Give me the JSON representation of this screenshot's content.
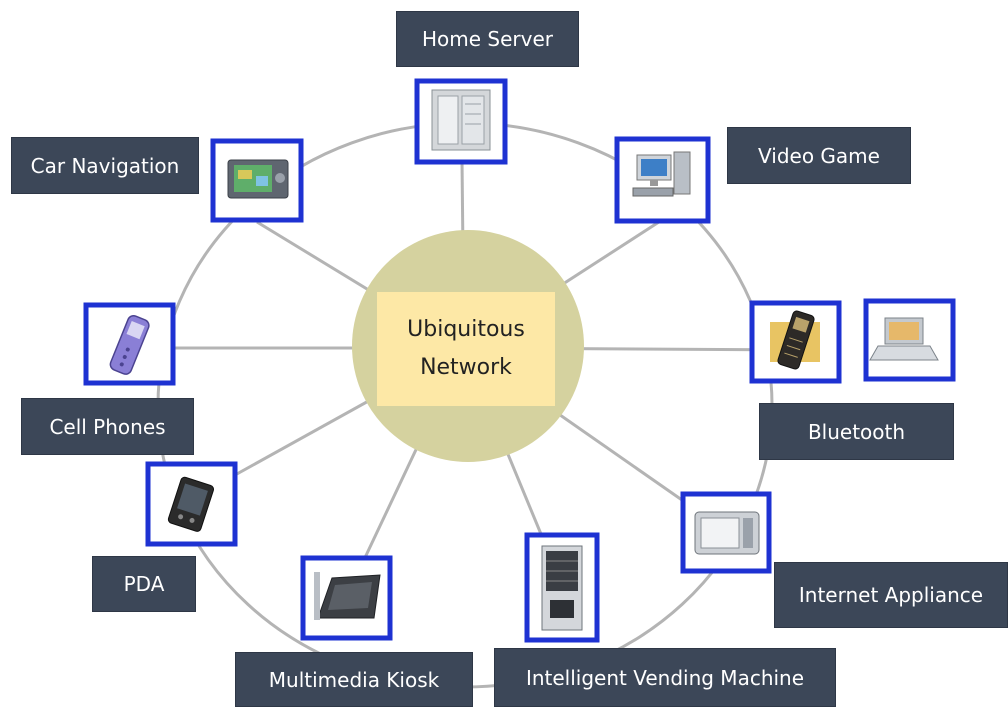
{
  "center": {
    "line1": "Ubiquitous",
    "line2": "Network"
  },
  "labels": {
    "home_server": "Home Server",
    "video_game": "Video Game",
    "car_navigation": "Car Navigation",
    "cell_phones": "Cell Phones",
    "bluetooth": "Bluetooth",
    "pda": "PDA",
    "internet_appliance": "Internet Appliance",
    "multimedia_kiosk": "Multimedia Kiosk",
    "vending_machine": "Intelligent Vending Machine"
  },
  "icons": [
    "home-server-icon",
    "video-game-icon",
    "car-navigation-icon",
    "cell-phone-icon",
    "bluetooth-phone-icon",
    "bluetooth-laptop-icon",
    "pda-icon",
    "microwave-icon",
    "multimedia-kiosk-icon",
    "vending-machine-icon"
  ],
  "colors": {
    "label_bg": "#3c4758",
    "node_border": "#1e32d2",
    "hub_fill": "#d5d29f",
    "center_fill": "#fde8a6",
    "ring": "#b4b4b4"
  }
}
